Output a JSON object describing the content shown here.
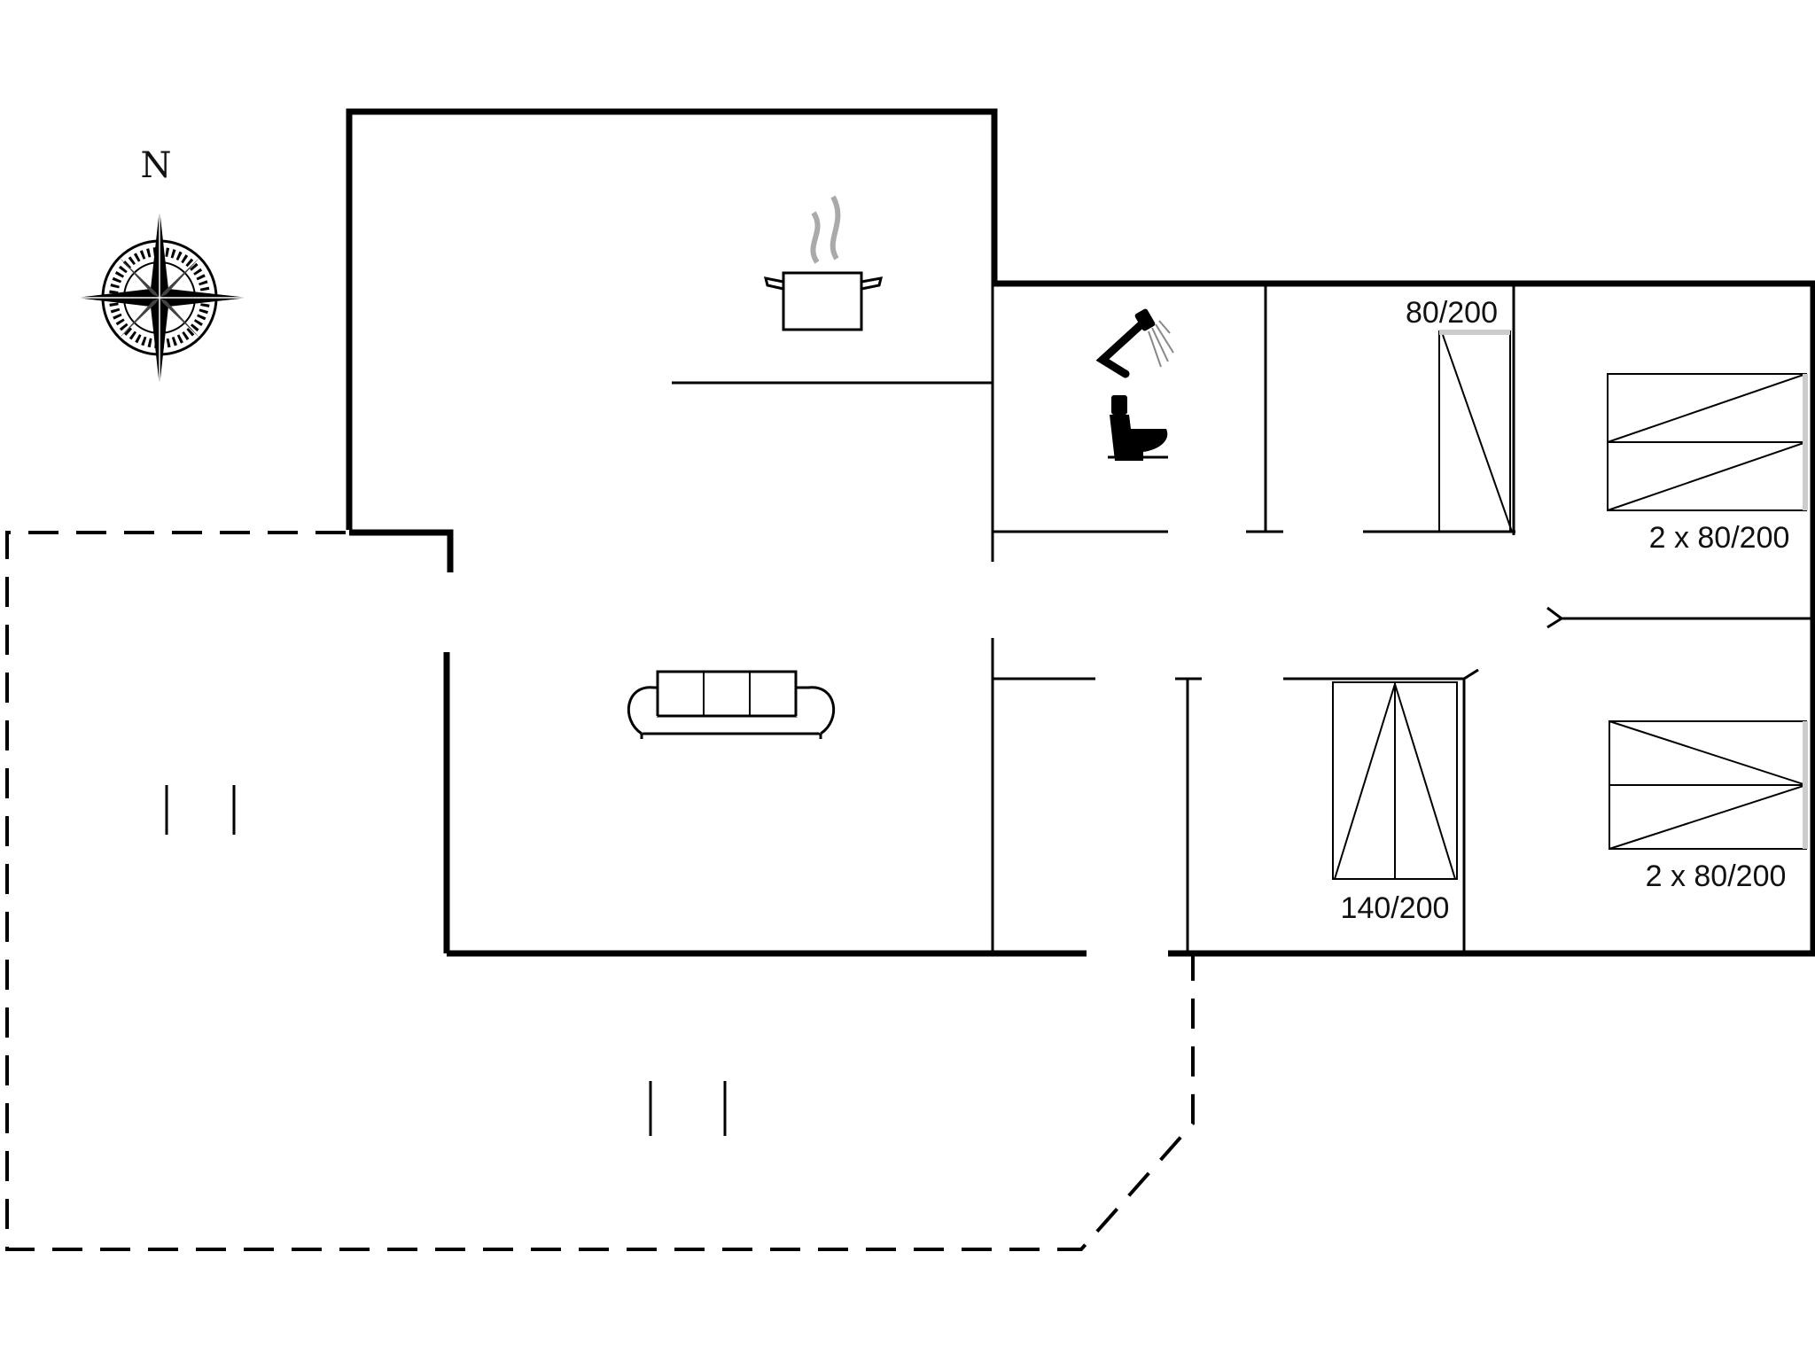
{
  "compass": {
    "letter": "N"
  },
  "bed_labels": {
    "single_bed": "80/200",
    "double_bed": "140/200",
    "twin_beds_top": "2 x 80/200",
    "twin_beds_bottom": "2 x 80/200"
  },
  "icons": [
    "compass-rose-icon",
    "cooking-pot-icon",
    "shower-icon",
    "toilet-icon",
    "sofa-icon"
  ]
}
